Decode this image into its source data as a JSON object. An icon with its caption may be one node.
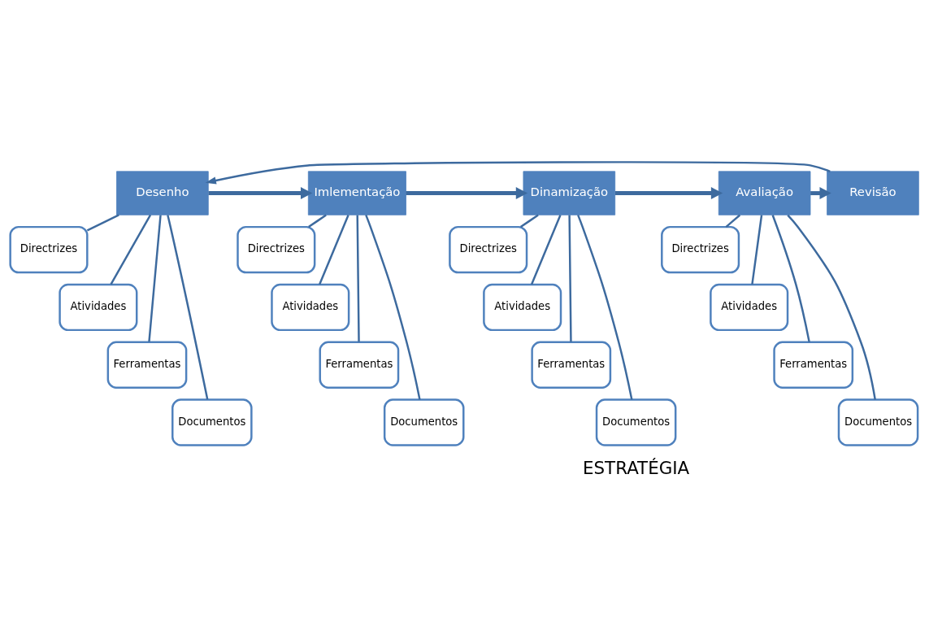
{
  "diagram": {
    "nodes": [
      {
        "text": [
          "Desenho"
        ]
      },
      {
        "text": [
          "Directrizes"
        ]
      },
      {
        "text": [
          "Atividades"
        ]
      },
      {
        "text": [
          "Ferramentas"
        ]
      },
      {
        "text": [
          "Documentos"
        ]
      },
      {
        "text": [
          "Imlementação"
        ]
      },
      {
        "text": [
          "Directrizes"
        ]
      },
      {
        "text": [
          "Atividades"
        ]
      },
      {
        "text": [
          "Ferramentas"
        ]
      },
      {
        "text": [
          "Documentos"
        ]
      },
      {
        "text": [
          "Dinamização"
        ]
      },
      {
        "text": [
          "Directrizes"
        ]
      },
      {
        "text": [
          "Atividades"
        ]
      },
      {
        "text": [
          "Ferramentas"
        ]
      },
      {
        "text": [
          "Documentos"
        ]
      },
      {
        "text": [
          "Avaliação"
        ]
      },
      {
        "text": [
          "Directrizes"
        ]
      },
      {
        "text": [
          "Atividades"
        ]
      },
      {
        "text": [
          "Ferramentas"
        ]
      },
      {
        "text": [
          "Documentos"
        ]
      },
      {
        "text": [
          "Revisão"
        ]
      }
    ],
    "edges": [
      {
        "from": 0,
        "to": 5,
        "arrow": "to",
        "style": "thick"
      },
      {
        "from": 5,
        "to": 10,
        "arrow": "to",
        "style": "thick"
      },
      {
        "from": 10,
        "to": 15,
        "arrow": "to",
        "style": "thick"
      },
      {
        "from": 15,
        "to": 20,
        "arrow": "to",
        "style": "thick"
      },
      {
        "from": 20,
        "to": 0,
        "arrow": "to"
      },
      {
        "from": 0,
        "to": 1,
        "arrow": "none"
      },
      {
        "from": 0,
        "to": 2,
        "arrow": "none"
      },
      {
        "from": 0,
        "to": 3,
        "arrow": "none"
      },
      {
        "from": 0,
        "to": 4,
        "arrow": "none"
      },
      {
        "from": 5,
        "to": 6,
        "arrow": "none"
      },
      {
        "from": 5,
        "to": 7,
        "arrow": "none"
      },
      {
        "from": 5,
        "to": 8,
        "arrow": "none"
      },
      {
        "from": 5,
        "to": 9,
        "arrow": "none"
      },
      {
        "from": 10,
        "to": 11,
        "arrow": "none"
      },
      {
        "from": 10,
        "to": 12,
        "arrow": "none"
      },
      {
        "from": 10,
        "to": 13,
        "arrow": "none"
      },
      {
        "from": 10,
        "to": 14,
        "arrow": "none"
      },
      {
        "from": 15,
        "to": 16,
        "arrow": "none"
      },
      {
        "from": 15,
        "to": 17,
        "arrow": "none"
      },
      {
        "from": 15,
        "to": 18,
        "arrow": "none"
      },
      {
        "from": 15,
        "to": 19,
        "arrow": "none"
      }
    ],
    "labels": [
      "ESTRATÉGIA"
    ]
  }
}
